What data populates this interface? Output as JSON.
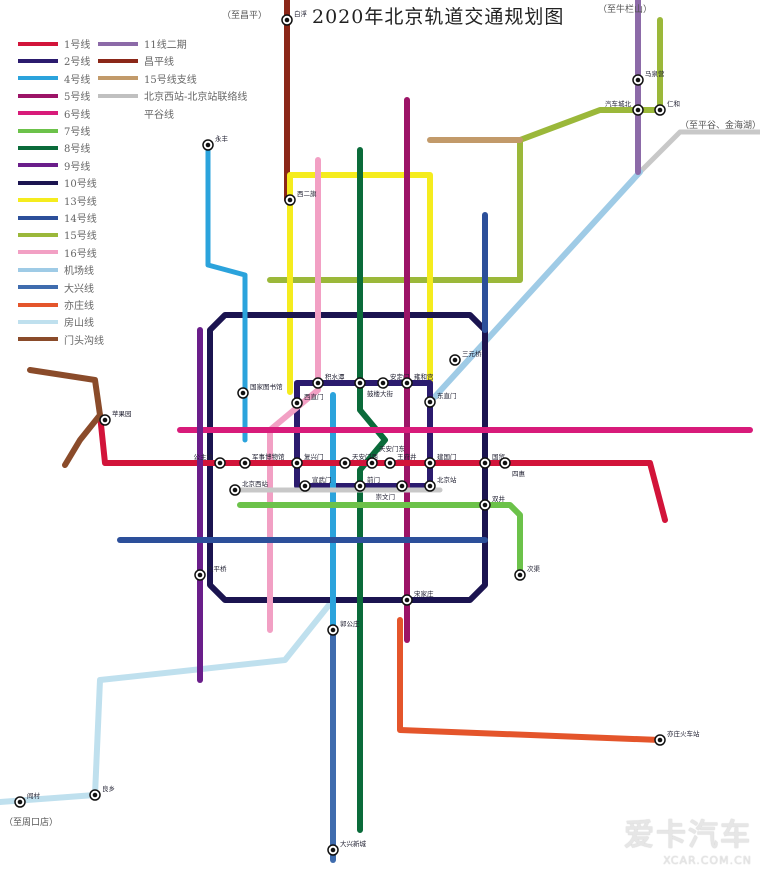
{
  "title": "2020年北京轨道交通规划图",
  "notes": {
    "changping": "（至昌平）",
    "niulanshan": "（至牛栏山）",
    "pinggu": "（至平谷、金海湖）",
    "zhoukoudian": "（至周口店）"
  },
  "legend": [
    {
      "label": "1号线",
      "color": "#d2143a"
    },
    {
      "label": "2号线",
      "color": "#2b1b6e"
    },
    {
      "label": "4号线",
      "color": "#2ba3dc"
    },
    {
      "label": "5号线",
      "color": "#9c1467"
    },
    {
      "label": "6号线",
      "color": "#d81b7a"
    },
    {
      "label": "7号线",
      "color": "#6cc24a"
    },
    {
      "label": "8号线",
      "color": "#0a6b3a"
    },
    {
      "label": "9号线",
      "color": "#6a1e8a"
    },
    {
      "label": "10号线",
      "color": "#1b1450"
    },
    {
      "label": "13号线",
      "color": "#f5ec1e"
    },
    {
      "label": "14号线",
      "color": "#2c4f9a"
    },
    {
      "label": "15号线",
      "color": "#9bb83a"
    },
    {
      "label": "16号线",
      "color": "#f2a0c4"
    },
    {
      "label": "机场线",
      "color": "#9fcbe6"
    },
    {
      "label": "大兴线",
      "color": "#3f6cae"
    },
    {
      "label": "亦庄线",
      "color": "#e4552b"
    },
    {
      "label": "房山线",
      "color": "#bfe0ee"
    },
    {
      "label": "门头沟线",
      "color": "#8a4b2a"
    },
    {
      "label": "11线二期",
      "color": "#8c6aa8"
    },
    {
      "label": "昌平线",
      "color": "#8b2718"
    },
    {
      "label": "15号线支线",
      "color": "#c29a6a"
    },
    {
      "label": "北京西站-北京站联络线",
      "color": "#c0c0c0"
    },
    {
      "label": "平谷线",
      "color": ""
    }
  ],
  "stations": [
    "白浮",
    "西二旗",
    "西直门",
    "东直门",
    "复兴门",
    "建国门",
    "天安门西",
    "天安门东",
    "王府井",
    "公主坟",
    "军事博物馆",
    "北京西站",
    "北京站",
    "宣武门",
    "前门",
    "崇文门",
    "国家图书馆",
    "积水潭",
    "鼓楼大街",
    "安定门",
    "雍和宫",
    "三元桥",
    "国贸",
    "四惠",
    "双井",
    "宋家庄",
    "苹果园",
    "永丰",
    "郭公庄",
    "大兴新城",
    "太平桥",
    "马泉营",
    "汽车城北",
    "仁和",
    "良乡",
    "阎村",
    "次渠",
    "亦庄火车站"
  ],
  "watermark": {
    "line1": "爱卡汽车",
    "line2": "XCAR.COM.CN"
  }
}
